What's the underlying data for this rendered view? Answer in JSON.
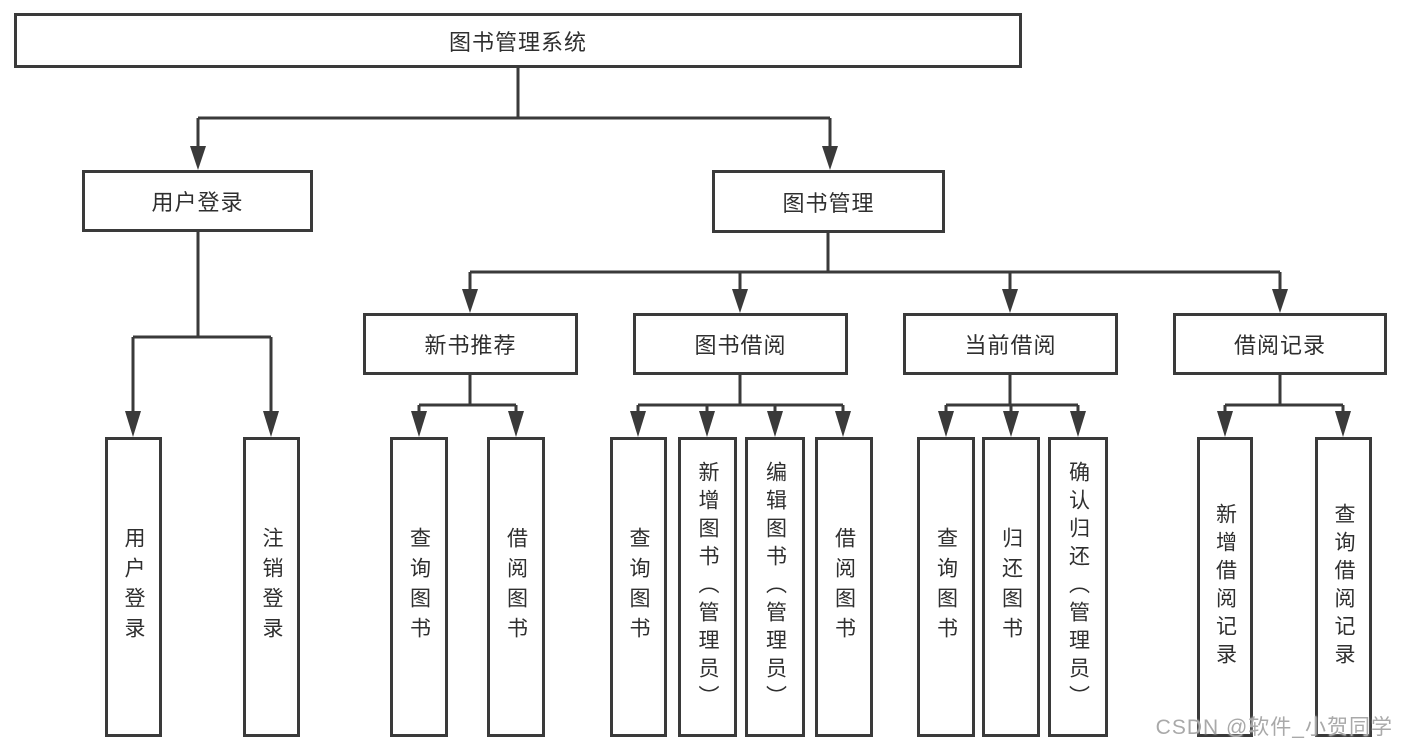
{
  "diagram": {
    "type": "hierarchy-tree",
    "line_color": "#3a3a3a",
    "box_border_color": "#3a3a3a",
    "text_color": "#2f2f2f",
    "background_color": "#ffffff",
    "tree": {
      "root": {
        "label": "图书管理系统",
        "children": [
          {
            "label": "用户登录",
            "children": [
              {
                "label": "用户登录"
              },
              {
                "label": "注销登录"
              }
            ]
          },
          {
            "label": "图书管理",
            "children": [
              {
                "label": "新书推荐",
                "children": [
                  {
                    "label": "查询图书"
                  },
                  {
                    "label": "借阅图书"
                  }
                ]
              },
              {
                "label": "图书借阅",
                "children": [
                  {
                    "label": "查询图书"
                  },
                  {
                    "label": "新增图书（管理员）"
                  },
                  {
                    "label": "编辑图书（管理员）"
                  },
                  {
                    "label": "借阅图书"
                  }
                ]
              },
              {
                "label": "当前借阅",
                "children": [
                  {
                    "label": "查询图书"
                  },
                  {
                    "label": "归还图书"
                  },
                  {
                    "label": "确认归还（管理员）"
                  }
                ]
              },
              {
                "label": "借阅记录",
                "children": [
                  {
                    "label": "新增借阅记录"
                  },
                  {
                    "label": "查询借阅记录"
                  }
                ]
              }
            ]
          }
        ]
      }
    }
  },
  "watermark": {
    "text": "CSDN @软件_小贺同学",
    "color": "#a9a9a9"
  }
}
